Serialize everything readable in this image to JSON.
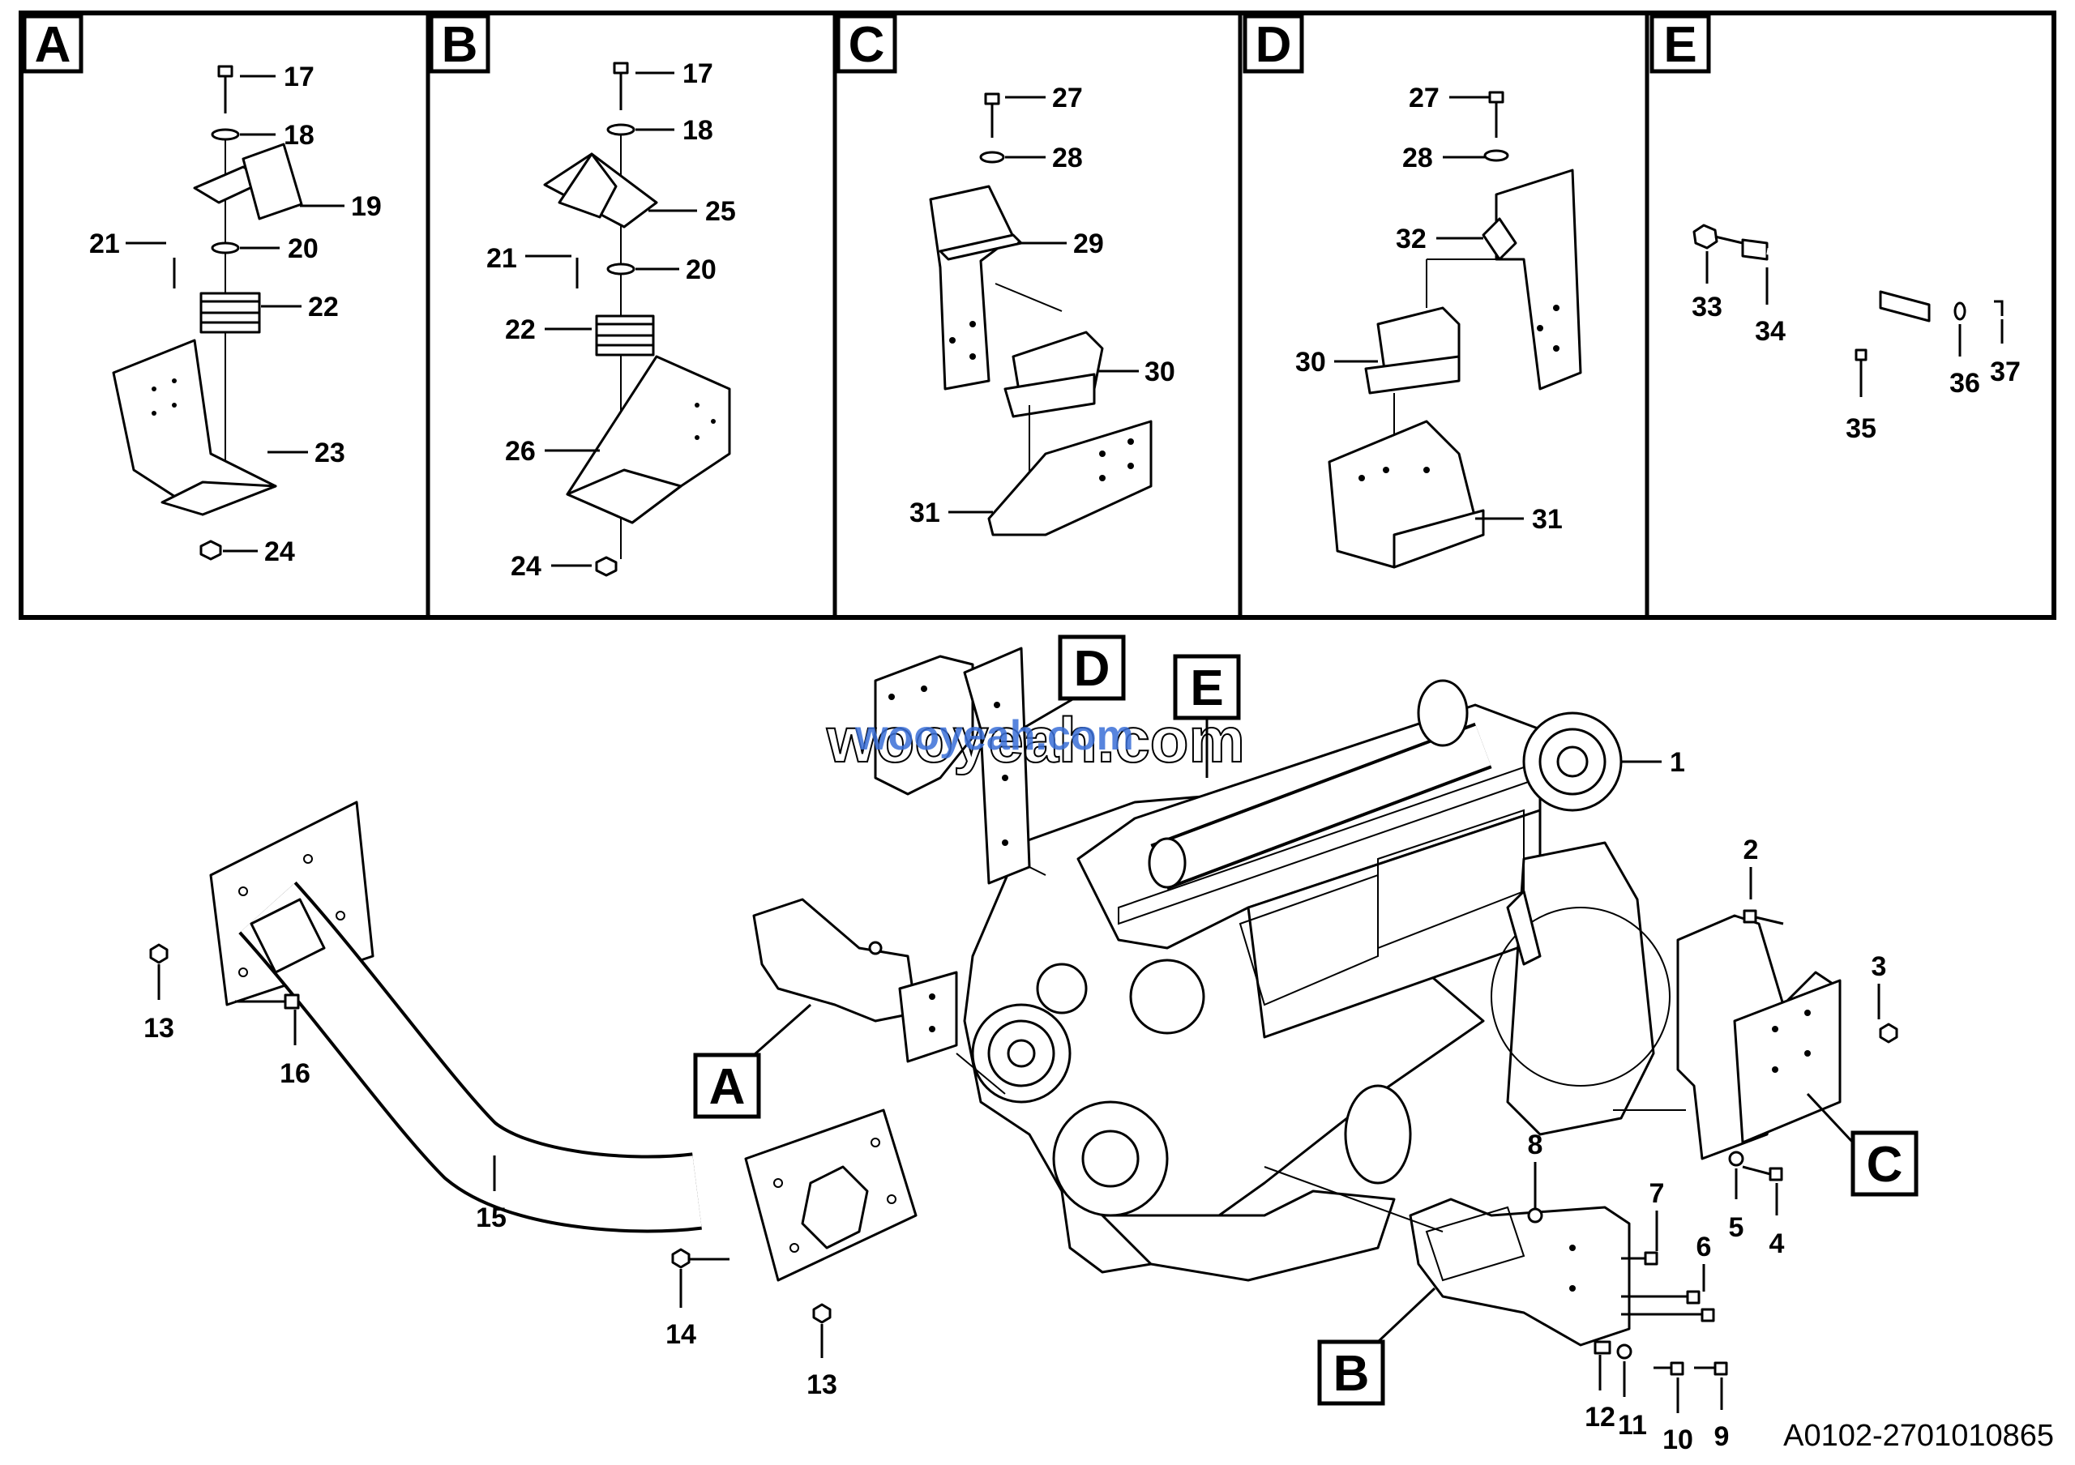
{
  "panels": [
    {
      "letter": "A",
      "callouts": [
        "17",
        "18",
        "19",
        "21",
        "20",
        "22",
        "23",
        "24"
      ]
    },
    {
      "letter": "B",
      "callouts": [
        "17",
        "18",
        "25",
        "21",
        "20",
        "22",
        "26",
        "24"
      ]
    },
    {
      "letter": "C",
      "callouts": [
        "27",
        "28",
        "29",
        "30",
        "31"
      ]
    },
    {
      "letter": "D",
      "callouts": [
        "27",
        "28",
        "32",
        "30",
        "31"
      ]
    },
    {
      "letter": "E",
      "callouts": [
        "33",
        "34",
        "35",
        "36",
        "37"
      ]
    }
  ],
  "main": {
    "detail_labels": [
      "D",
      "E",
      "A",
      "B",
      "C"
    ],
    "callouts": [
      "1",
      "2",
      "3",
      "4",
      "5",
      "6",
      "7",
      "8",
      "9",
      "10",
      "11",
      "12",
      "13",
      "14",
      "15",
      "16",
      "13"
    ]
  },
  "watermark": "wooyeah.com",
  "drawing_code": "A0102-2701010865"
}
